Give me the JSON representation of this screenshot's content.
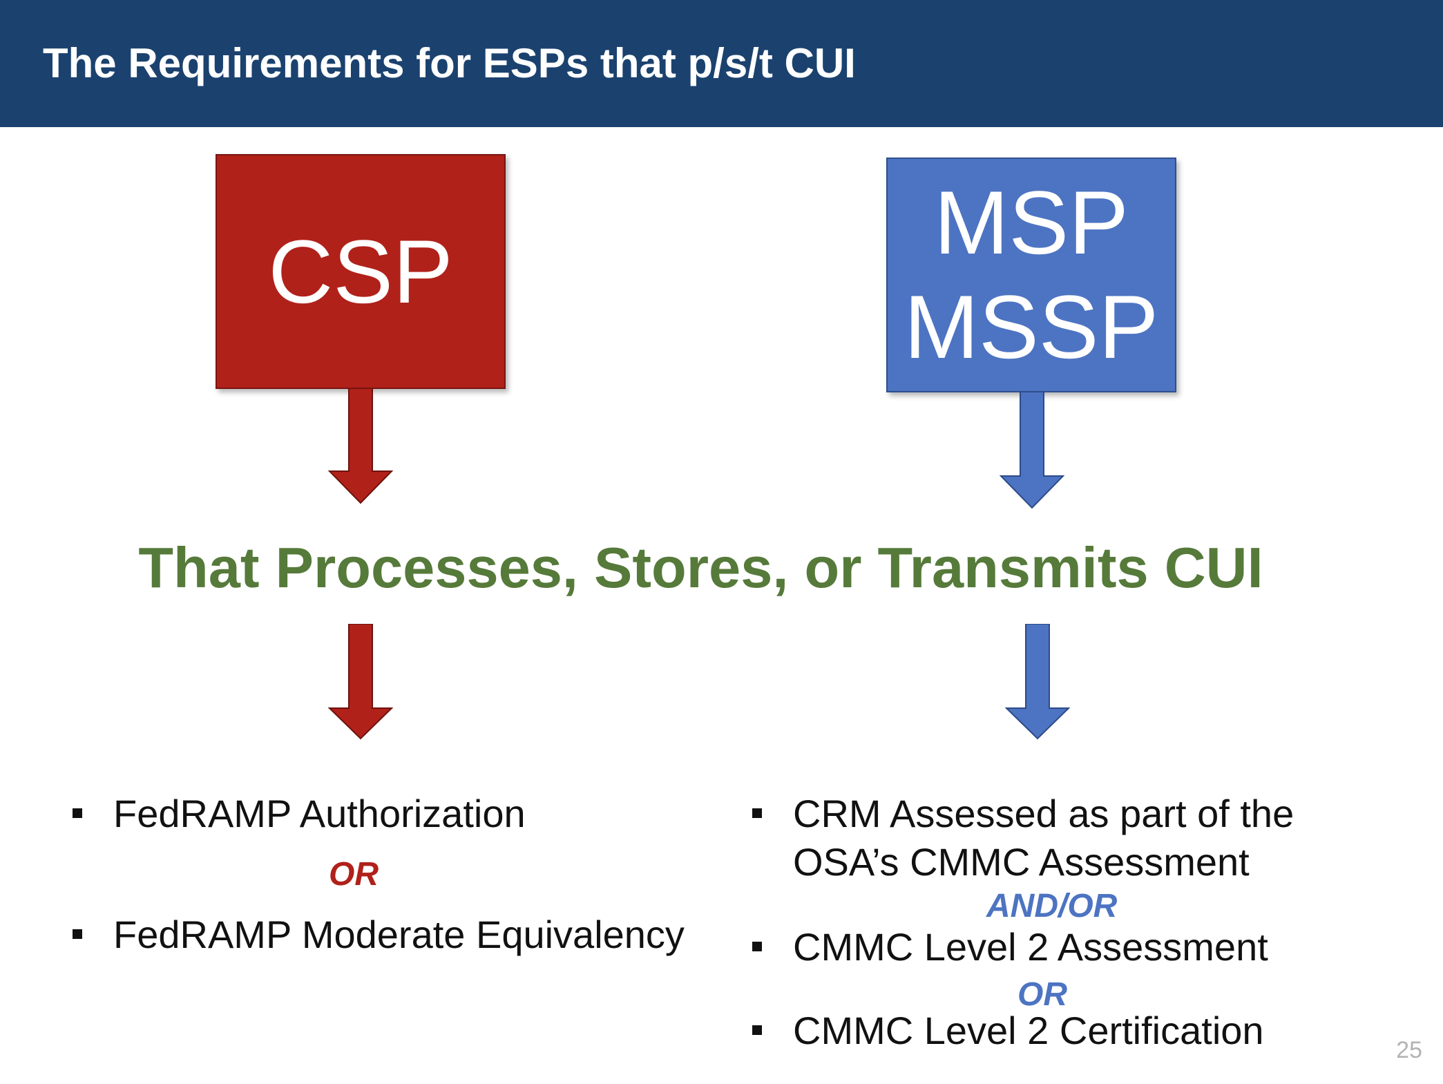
{
  "header": {
    "title": "The Requirements for ESPs that p/s/t CUI"
  },
  "boxes": {
    "csp": {
      "label": "CSP",
      "color": "#b0211a"
    },
    "msp": {
      "line1": "MSP",
      "line2": "MSSP",
      "color": "#4d74c2"
    }
  },
  "middle": {
    "text": "That Processes, Stores, or Transmits CUI",
    "color": "#567a3a"
  },
  "left_list": {
    "item1": "FedRAMP Authorization",
    "connector": "OR",
    "item2": "FedRAMP Moderate Equivalency"
  },
  "right_list": {
    "item1_line1": "CRM Assessed as part of the",
    "item1_line2": "OSA’s CMMC Assessment",
    "connector1": "AND/OR",
    "item2": "CMMC Level 2 Assessment",
    "connector2": "OR",
    "item3": "CMMC Level 2 Certification"
  },
  "page_number": "25"
}
